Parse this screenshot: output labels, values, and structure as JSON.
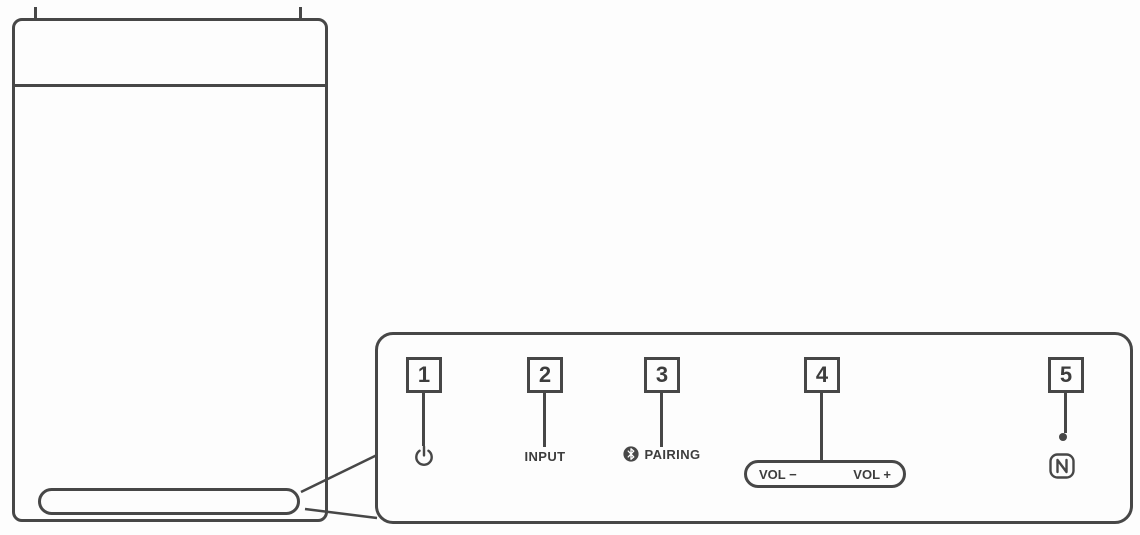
{
  "figure": {
    "colors": {
      "line": "#474747",
      "background": "#fdfdfd"
    },
    "zoom_panel": {
      "callouts": [
        {
          "number": "1",
          "control": "power",
          "icon": "power-icon"
        },
        {
          "number": "2",
          "control": "input",
          "label": "INPUT"
        },
        {
          "number": "3",
          "control": "bluetooth-pairing",
          "icon": "bluetooth-icon",
          "label": "PAIRING"
        },
        {
          "number": "4",
          "control": "volume",
          "vol_down": "VOL −",
          "vol_up": "VOL +"
        },
        {
          "number": "5",
          "control": "nfc-touch-point",
          "icon": "nfc-n-mark-icon"
        }
      ]
    }
  }
}
